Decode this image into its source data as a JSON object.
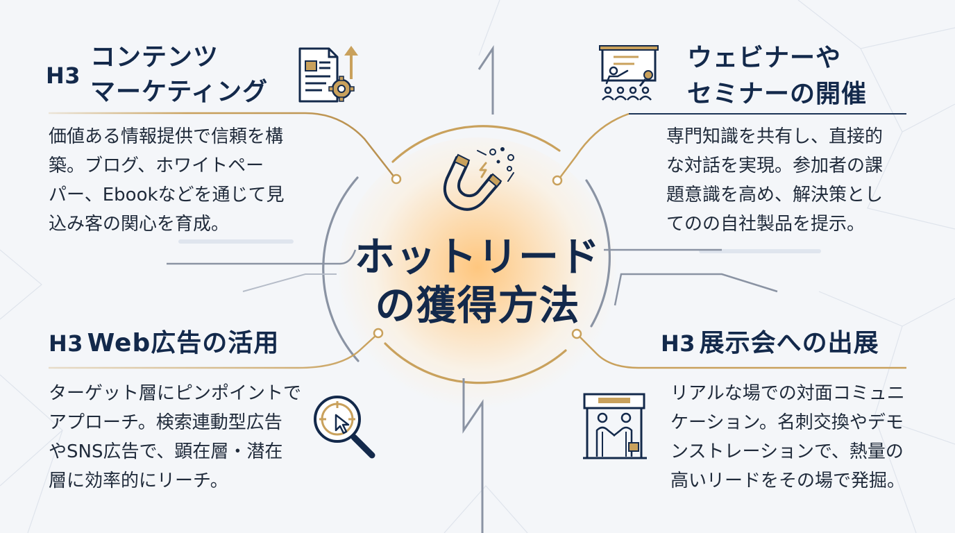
{
  "center": {
    "title_lines": [
      "ホットリード",
      "の獲得方法"
    ]
  },
  "sections": {
    "top_left": {
      "prefix": "H3",
      "title_lines": [
        "コンテンツ",
        "マーケティング"
      ],
      "body_lines": [
        "価値ある情報提供で信頼を構",
        "築。ブログ、ホワイトペー",
        "パー、Ebookなどを通じて見",
        "込み客の関心を育成。"
      ],
      "icon": "document-gear-growth-icon"
    },
    "top_right": {
      "title_lines": [
        "ウェビナーや",
        "セミナーの開催"
      ],
      "body_lines": [
        "専門知識を共有し、直接的",
        "な対話を実現。参加者の課",
        "題意識を高め、解決策とし",
        "てのの自社製品を提示。"
      ],
      "icon": "presentation-audience-icon"
    },
    "bottom_left": {
      "prefix": "H3",
      "title": "Web広告の活用",
      "body_lines": [
        "ターゲット層にピンポイントで",
        "アプローチ。検索連動型広告",
        "やSNS広告で、顕在層・潜在",
        "層に効率的にリーチ。"
      ],
      "icon": "magnifier-target-cursor-icon"
    },
    "bottom_right": {
      "prefix": "H3",
      "title": "展示会への出展",
      "body_lines": [
        "リアルな場での対面コミュニ",
        "ケーション。名刺交換やデモ",
        "ンストレーションで、熱量の",
        "高いリードをその場で発掘。"
      ],
      "icon": "booth-handshake-icon"
    }
  },
  "center_icon": "magnet-icon",
  "colors": {
    "navy": "#13294b",
    "gold": "#c9a15c",
    "line_gray": "#6e7b8e",
    "glow": "#ffc478"
  }
}
